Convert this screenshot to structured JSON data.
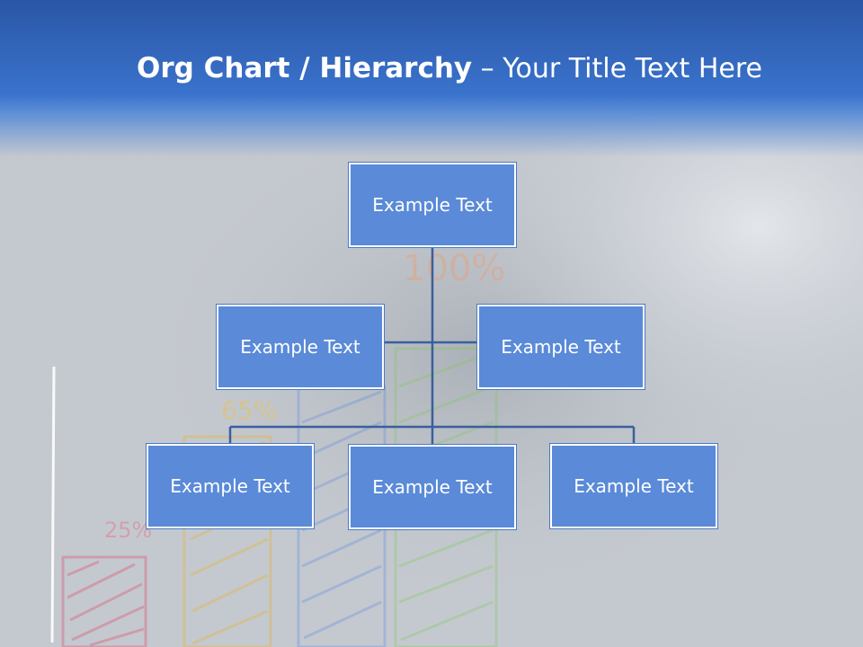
{
  "title": {
    "bold": "Org Chart / Hierarchy",
    "separator": " – ",
    "subtitle": "Your Title Text Here"
  },
  "background_marks": {
    "pct_100": "100%",
    "pct_65": "65%",
    "pct_25": "25%"
  },
  "org_chart": {
    "root": {
      "label": "Example Text"
    },
    "assistants": [
      {
        "label": "Example Text"
      },
      {
        "label": "Example Text"
      }
    ],
    "children": [
      {
        "label": "Example Text"
      },
      {
        "label": "Example Text"
      },
      {
        "label": "Example Text"
      }
    ]
  },
  "colors": {
    "box_fill": "#5a8ad8",
    "box_border": "#ffffff",
    "connector": "#3a5f9e",
    "title_band": "#3a73cc"
  }
}
